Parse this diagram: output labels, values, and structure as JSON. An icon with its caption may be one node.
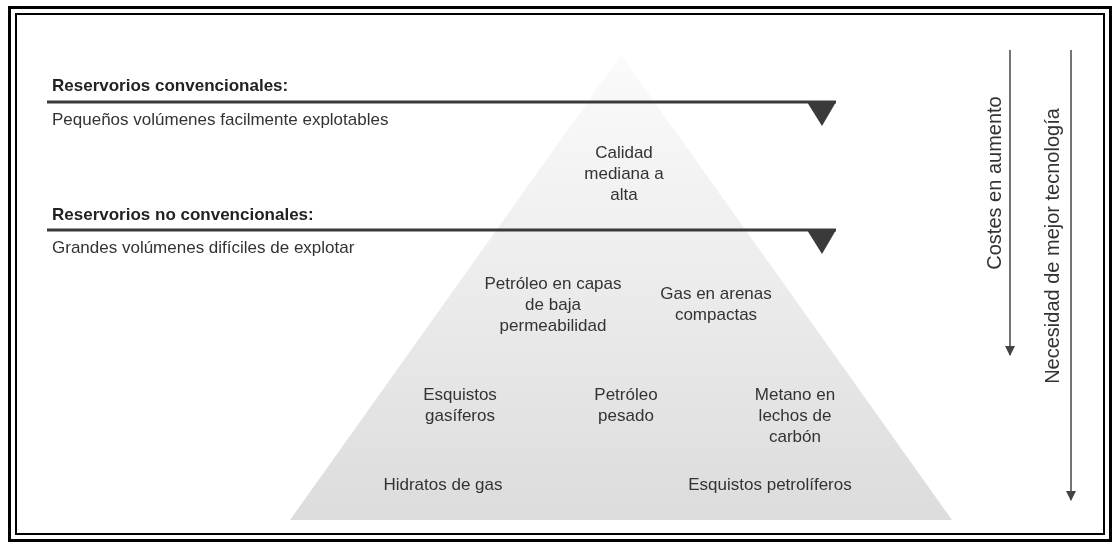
{
  "diagram": {
    "nodes": [
      {
        "text": [
          "Calidad mediana a alta",
          "Petróleo en capas de baja permeabilidad",
          "Gas en arenas compactas",
          "Esquistos gasíferos",
          "Petróleo pesado",
          "Metano en lechos de carbón",
          "Hidratos de gas",
          "Esquistos petrolíferos"
        ]
      }
    ],
    "labels": [
      "Reservorios convencionales:",
      "Pequeños volúmenes facilmente explotables",
      "Reservorios no convencionales:",
      "Grandes volúmenes difíciles de explotar",
      "Costes en aumento",
      "Necesidad de mejor tecnología"
    ]
  }
}
